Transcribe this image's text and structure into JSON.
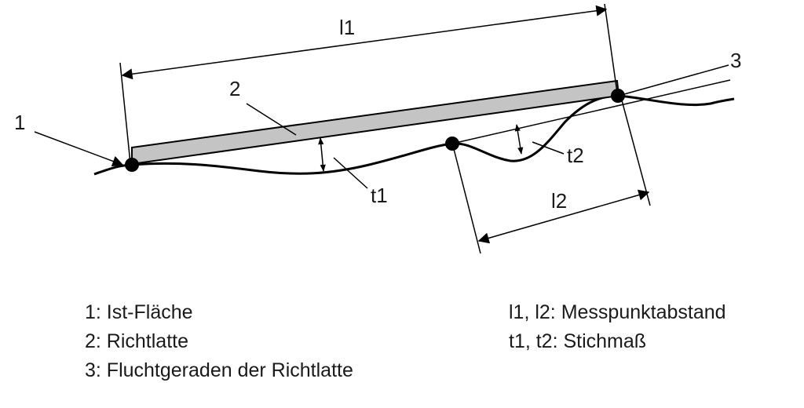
{
  "labels": {
    "n1": "1",
    "n2": "2",
    "n3": "3",
    "l1": "l1",
    "l2": "l2",
    "t1": "t1",
    "t2": "t2"
  },
  "legend": {
    "left": [
      "1: Ist-Fläche",
      "2: Richtlatte",
      "3: Fluchtgeraden der Richtlatte"
    ],
    "right": [
      "l1, l2: Messpunktabstand",
      "t1, t2: Stichmaß"
    ]
  },
  "colors": {
    "line": "#000000",
    "bar_fill": "#c4c4c4"
  }
}
